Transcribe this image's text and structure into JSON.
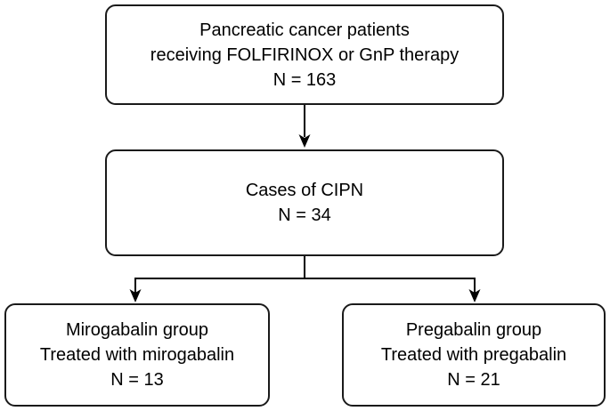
{
  "colors": {
    "background": "#ffffff",
    "box_border": "#1a1a1a",
    "connector": "#000000",
    "text": "#000000"
  },
  "nodes": {
    "patients": {
      "lines": [
        "Pancreatic cancer patients",
        "receiving FOLFIRINOX or GnP therapy",
        "N = 163"
      ]
    },
    "cipn": {
      "lines": [
        "Cases of CIPN",
        "N = 34"
      ]
    },
    "mirogabalin": {
      "lines": [
        "Mirogabalin group",
        "Treated with mirogabalin",
        "N = 13"
      ]
    },
    "pregabalin": {
      "lines": [
        "Pregabalin group",
        "Treated with pregabalin",
        "N = 21"
      ]
    }
  }
}
